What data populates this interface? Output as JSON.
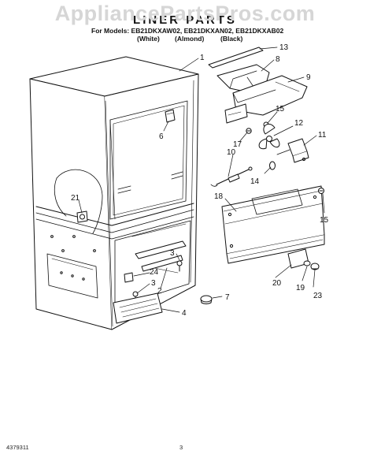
{
  "watermark": "AppliancePartsPros.com",
  "header": {
    "title": "LINER PARTS",
    "models_line": "For Models: EB21DKXAW02, EB21DKXAN02, EB21DKXAB02",
    "colors": [
      "(White)",
      "(Almond)",
      "(Black)"
    ]
  },
  "callouts": [
    "1",
    "2",
    "3",
    "3",
    "4",
    "6",
    "7",
    "8",
    "9",
    "10",
    "11",
    "12",
    "13",
    "14",
    "15",
    "15",
    "17",
    "18",
    "19",
    "20",
    "21",
    "23",
    "24"
  ],
  "footer": {
    "doc_number": "4379311",
    "page_number": "3"
  }
}
